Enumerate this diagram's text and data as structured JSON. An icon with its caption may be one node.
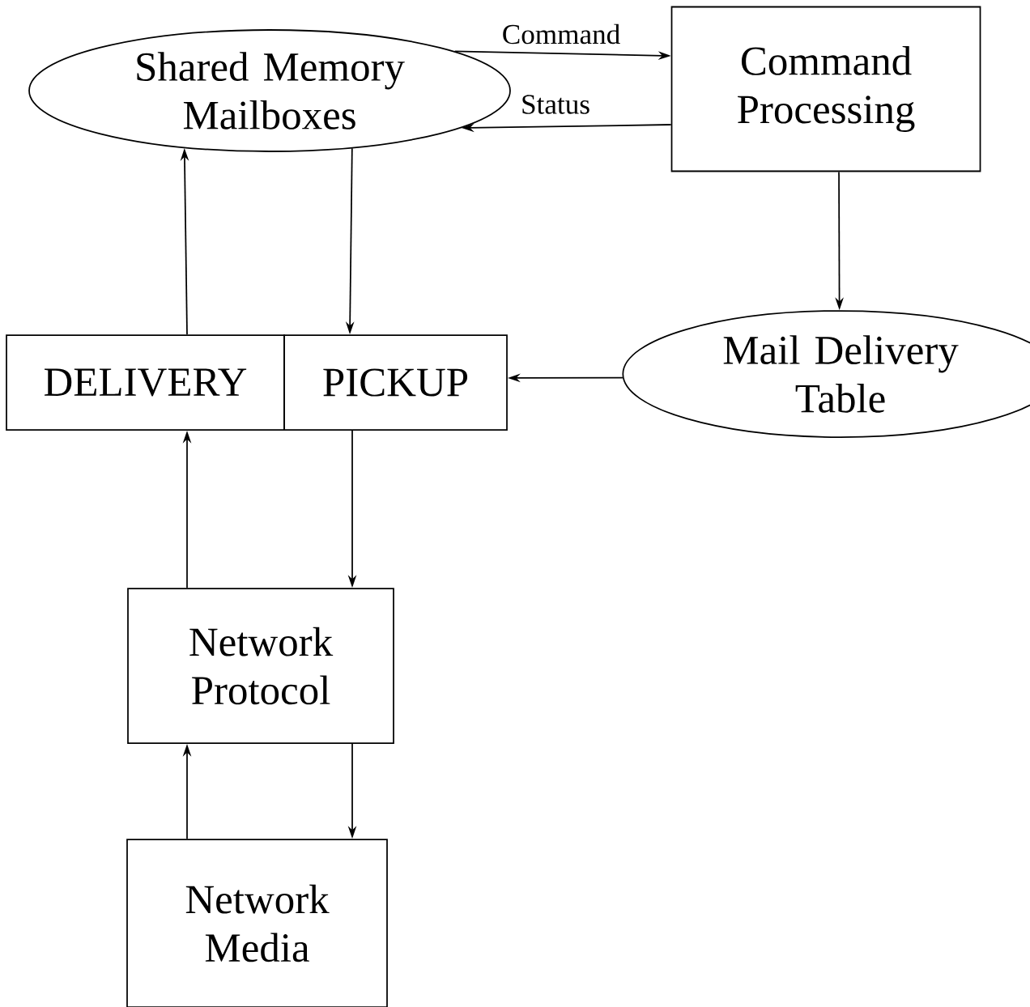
{
  "diagram": {
    "nodes": [
      {
        "text": [
          "Shared Memory Mailboxes"
        ]
      },
      {
        "text": [
          "Command Processing"
        ]
      },
      {
        "text": [
          "Mail Delivery Table"
        ]
      },
      {
        "text": [
          "DELIVERY"
        ]
      },
      {
        "text": [
          "PICKUP"
        ]
      },
      {
        "text": [
          "Network Protocol"
        ]
      },
      {
        "text": [
          "Network Media"
        ]
      }
    ],
    "edges": [
      {
        "from": 0,
        "to": 1,
        "arrow": "to",
        "label": "Command"
      },
      {
        "from": 1,
        "to": 0,
        "arrow": "to",
        "label": "Status"
      },
      {
        "from": 1,
        "to": 2,
        "arrow": "to"
      },
      {
        "from": 2,
        "to": 4,
        "arrow": "to"
      },
      {
        "from": 0,
        "to": 4,
        "arrow": "to"
      },
      {
        "from": 3,
        "to": 0,
        "arrow": "to"
      },
      {
        "from": 4,
        "to": 5,
        "arrow": "to"
      },
      {
        "from": 5,
        "to": 3,
        "arrow": "to"
      },
      {
        "from": 5,
        "to": 6,
        "arrow": "to"
      },
      {
        "from": 6,
        "to": 5,
        "arrow": "to"
      }
    ]
  }
}
